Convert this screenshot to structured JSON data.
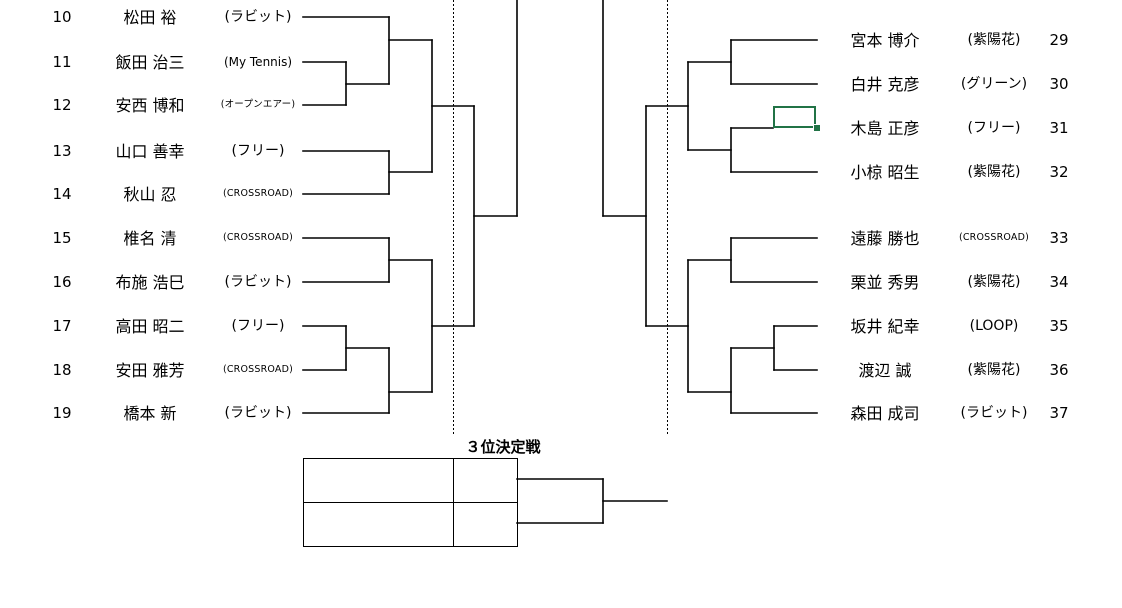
{
  "left_players": [
    {
      "num": "10",
      "name": "松田 裕",
      "club": "(ラビット)"
    },
    {
      "num": "11",
      "name": "飯田 治三",
      "club": "(My Tennis)"
    },
    {
      "num": "12",
      "name": "安西 博和",
      "club": "(オープンエアー)"
    },
    {
      "num": "13",
      "name": "山口 善幸",
      "club": "(フリー)"
    },
    {
      "num": "14",
      "name": "秋山 忍",
      "club": "(CROSSROAD)"
    },
    {
      "num": "15",
      "name": "椎名 清",
      "club": "(CROSSROAD)"
    },
    {
      "num": "16",
      "name": "布施 浩巳",
      "club": "(ラビット)"
    },
    {
      "num": "17",
      "name": "高田 昭二",
      "club": "(フリー)"
    },
    {
      "num": "18",
      "name": "安田 雅芳",
      "club": "(CROSSROAD)"
    },
    {
      "num": "19",
      "name": "橋本 新",
      "club": "(ラビット)"
    }
  ],
  "right_players": [
    {
      "num": "29",
      "name": "宮本 博介",
      "club": "(紫陽花)"
    },
    {
      "num": "30",
      "name": "白井 克彦",
      "club": "(グリーン)"
    },
    {
      "num": "31",
      "name": "木島 正彦",
      "club": "(フリー)"
    },
    {
      "num": "32",
      "name": "小椋 昭生",
      "club": "(紫陽花)"
    },
    {
      "num": "33",
      "name": "遠藤 勝也",
      "club": "(CROSSROAD)"
    },
    {
      "num": "34",
      "name": "栗並 秀男",
      "club": "(紫陽花)"
    },
    {
      "num": "35",
      "name": "坂井 紀幸",
      "club": "(LOOP)"
    },
    {
      "num": "36",
      "name": "渡辺 誠",
      "club": "(紫陽花)"
    },
    {
      "num": "37",
      "name": "森田 成司",
      "club": "(ラビット)"
    }
  ],
  "third_place": {
    "title": "３位決定戦"
  },
  "colors": {
    "line": "#000000",
    "selection": "#217346"
  }
}
